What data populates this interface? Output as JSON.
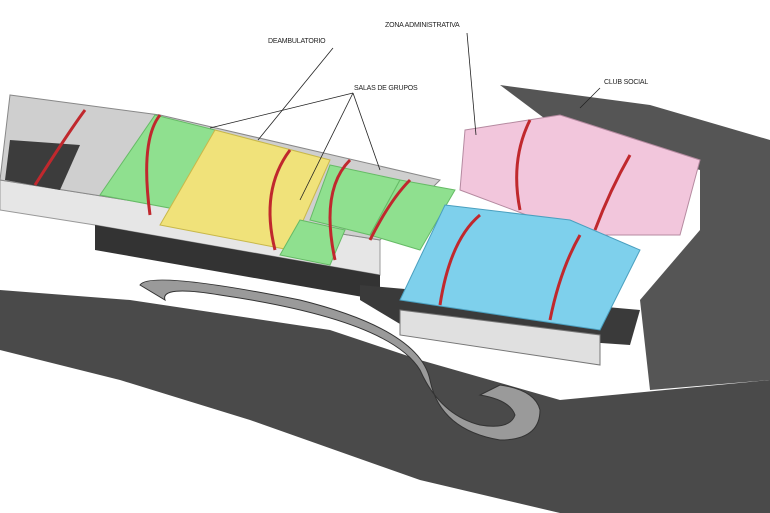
{
  "labels": {
    "deambulatorio": "DEAMBULATORIO",
    "zona_administrativa": "ZONA ADMINISTRATIVA",
    "salas_de_grupos": "SALAS DE GRUPOS",
    "club_social": "CLUB SOCIAL"
  },
  "colors": {
    "ground": "#4a4a4a",
    "wall": "#e6e6e6",
    "salas_de_grupos": "#8fe08f",
    "deambulatorio": "#f0e27a",
    "zona_administrativa": "#f2c6dc",
    "club_social": "#7ed0ec",
    "beam": "#c0282d"
  }
}
